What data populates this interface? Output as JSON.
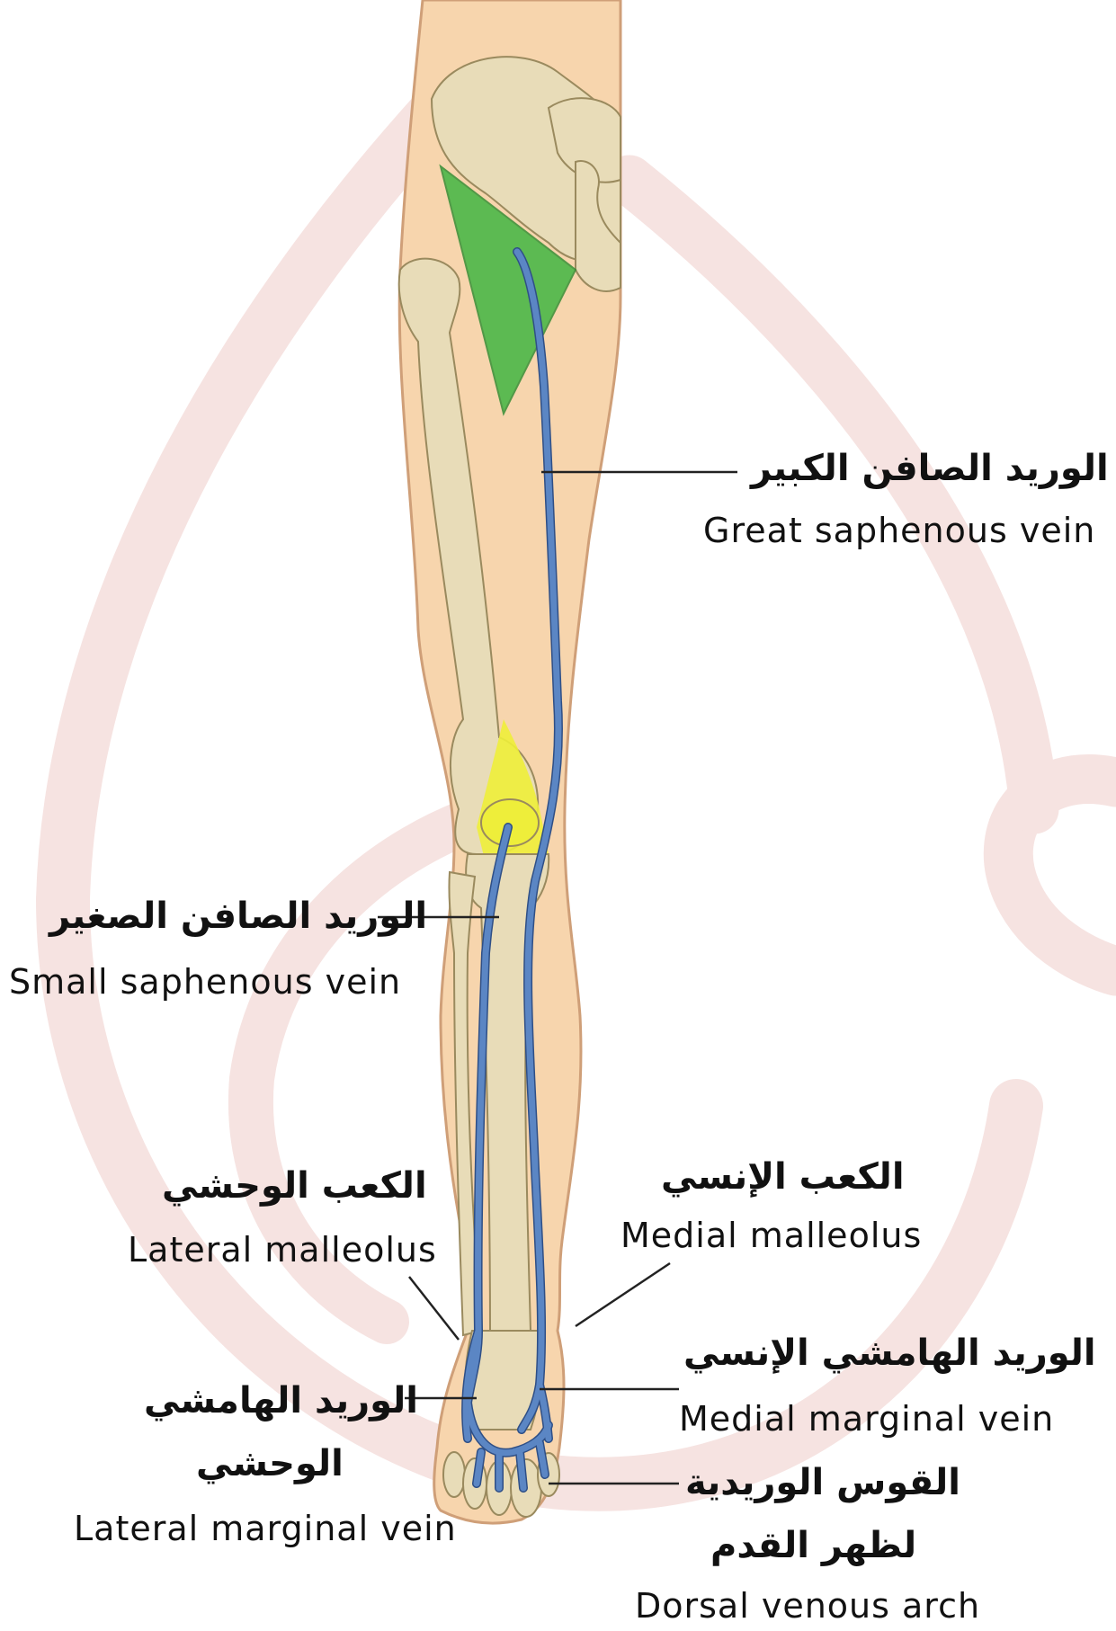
{
  "diagram": {
    "colors": {
      "background": "#ffffff",
      "watermark": "#f6e3e1",
      "skin": "#f7d5ad",
      "skin_outline": "#cf9f78",
      "bone": "#e8dcb8",
      "bone_outline": "#9a8a5e",
      "vein": "#5b86c4",
      "vein_outline": "#2f4f86",
      "femoral_triangle": "#36b43c",
      "knee_fat": "#eeee3a",
      "leader_line": "#222222"
    },
    "labels": {
      "great_saphenous": {
        "ar": "الوريد الصافن الكبير",
        "en": "Great saphenous vein"
      },
      "small_saphenous": {
        "ar": "الوريد الصافن الصغير",
        "en": "Small saphenous vein"
      },
      "lateral_malleolus": {
        "ar": "الكعب الوحشي",
        "en": "Lateral malleolus"
      },
      "medial_malleolus": {
        "ar": "الكعب الإنسي",
        "en": "Medial malleolus"
      },
      "medial_marginal": {
        "ar": "الوريد الهامشي الإنسي",
        "en": "Medial marginal vein"
      },
      "lateral_marginal": {
        "ar_line1": "الوريد الهامشي",
        "ar_line2": "الوحشي",
        "en": "Lateral marginal vein"
      },
      "dorsal_arch": {
        "ar_line1": "القوس الوريدية",
        "ar_line2": "لظهر القدم",
        "en": "Dorsal venous arch"
      }
    }
  }
}
